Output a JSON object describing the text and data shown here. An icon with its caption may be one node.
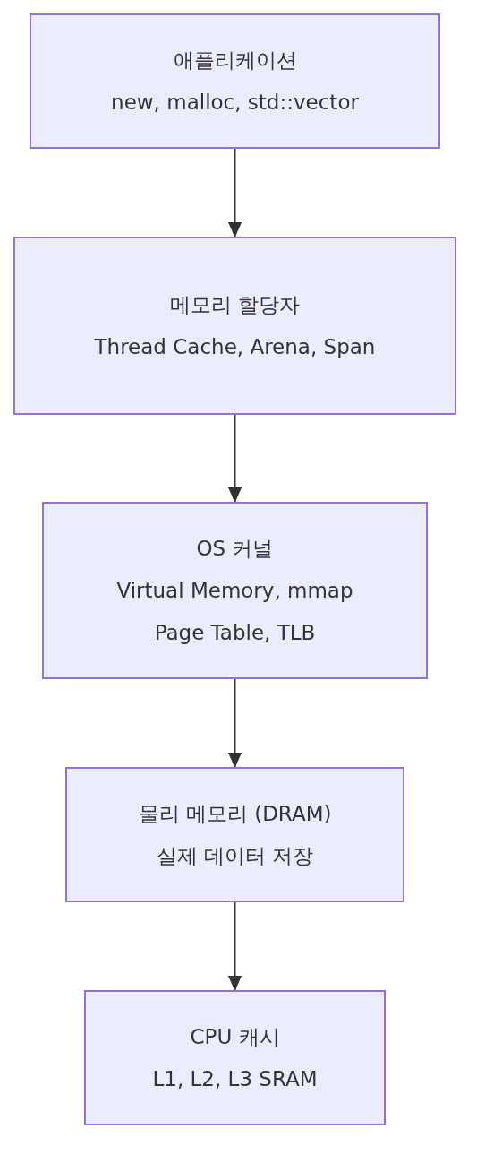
{
  "diagram": {
    "nodes": [
      {
        "text": [
          "애플리케이션",
          "new, malloc, std::vector"
        ]
      },
      {
        "text": [
          "메모리 할당자",
          "Thread Cache, Arena, Span"
        ]
      },
      {
        "text": [
          "OS 커널",
          "Virtual Memory, mmap",
          "Page Table, TLB"
        ]
      },
      {
        "text": [
          "물리 메모리 (DRAM)",
          "실제 데이터 저장"
        ]
      },
      {
        "text": [
          "CPU 캐시",
          "L1, L2, L3 SRAM"
        ]
      }
    ],
    "edges": [
      {
        "from": 0,
        "to": 1,
        "arrow": "to"
      },
      {
        "from": 1,
        "to": 2,
        "arrow": "to"
      },
      {
        "from": 2,
        "to": 3,
        "arrow": "to"
      },
      {
        "from": 3,
        "to": 4,
        "arrow": "to"
      }
    ]
  }
}
